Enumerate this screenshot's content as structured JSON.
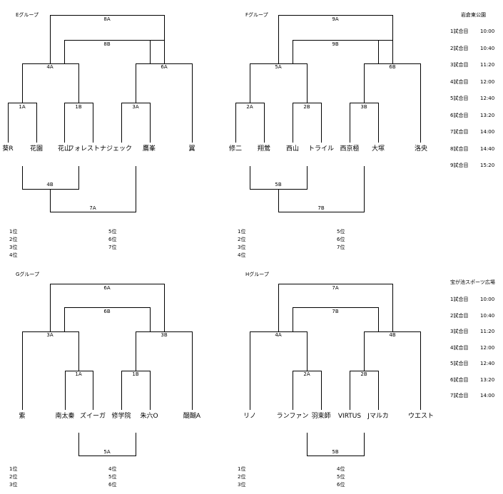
{
  "groups": [
    {
      "id": "E",
      "title": "Eグループ",
      "teams": [
        "葵R",
        "花園",
        "花山",
        "フォレストナジェック",
        "鷹峯",
        "翼"
      ],
      "rounds": [
        "8A",
        "8B",
        "4A",
        "6A",
        "1A",
        "1B",
        "3A",
        "4B",
        "7A"
      ],
      "ranks_left": [
        "1位",
        "2位",
        "3位",
        "4位"
      ],
      "ranks_right": [
        "5位",
        "6位",
        "7位"
      ]
    },
    {
      "id": "F",
      "title": "Fグループ",
      "teams": [
        "修二",
        "翔鶯",
        "西山",
        "トライル",
        "西京極",
        "大塚",
        "洛央"
      ],
      "rounds": [
        "9A",
        "9B",
        "5A",
        "6B",
        "2A",
        "2B",
        "3B",
        "5B",
        "7B"
      ],
      "ranks_left": [
        "1位",
        "2位",
        "3位",
        "4位"
      ],
      "ranks_right": [
        "5位",
        "6位",
        "7位"
      ]
    },
    {
      "id": "G",
      "title": "Gグループ",
      "teams": [
        "紫",
        "南太秦",
        "ズイーガ",
        "修学院",
        "朱六O",
        "醍醐A"
      ],
      "rounds": [
        "6A",
        "6B",
        "3A",
        "3B",
        "1A",
        "1B",
        "5A"
      ],
      "ranks_left": [
        "1位",
        "2位",
        "3位"
      ],
      "ranks_right": [
        "4位",
        "5位",
        "6位"
      ]
    },
    {
      "id": "H",
      "title": "Hグループ",
      "teams": [
        "リノ",
        "ランファン",
        "羽束師",
        "VIRTUS",
        "Jマルカ",
        "ウエスト"
      ],
      "rounds": [
        "7A",
        "7B",
        "4A",
        "4B",
        "2A",
        "2B",
        "5B"
      ],
      "ranks_left": [
        "1位",
        "2位",
        "3位"
      ],
      "ranks_right": [
        "4位",
        "5位",
        "6位"
      ]
    }
  ],
  "venues": [
    {
      "name": "岩倉東公園",
      "slots": [
        {
          "label": "1試合目",
          "time": "10:00"
        },
        {
          "label": "2試合目",
          "time": "10:40"
        },
        {
          "label": "3試合目",
          "time": "11:20"
        },
        {
          "label": "4試合目",
          "time": "12:00"
        },
        {
          "label": "5試合目",
          "time": "12:40"
        },
        {
          "label": "6試合目",
          "time": "13:20"
        },
        {
          "label": "7試合目",
          "time": "14:00"
        },
        {
          "label": "8試合目",
          "time": "14:40"
        },
        {
          "label": "9試合目",
          "time": "15:20"
        }
      ]
    },
    {
      "name": "宝が池スポーツ広場",
      "slots": [
        {
          "label": "1試合目",
          "time": "10:00"
        },
        {
          "label": "2試合目",
          "time": "10:40"
        },
        {
          "label": "3試合目",
          "time": "11:20"
        },
        {
          "label": "4試合目",
          "time": "12:00"
        },
        {
          "label": "5試合目",
          "time": "12:40"
        },
        {
          "label": "6試合目",
          "time": "13:20"
        },
        {
          "label": "7試合目",
          "time": "14:00"
        }
      ]
    }
  ]
}
